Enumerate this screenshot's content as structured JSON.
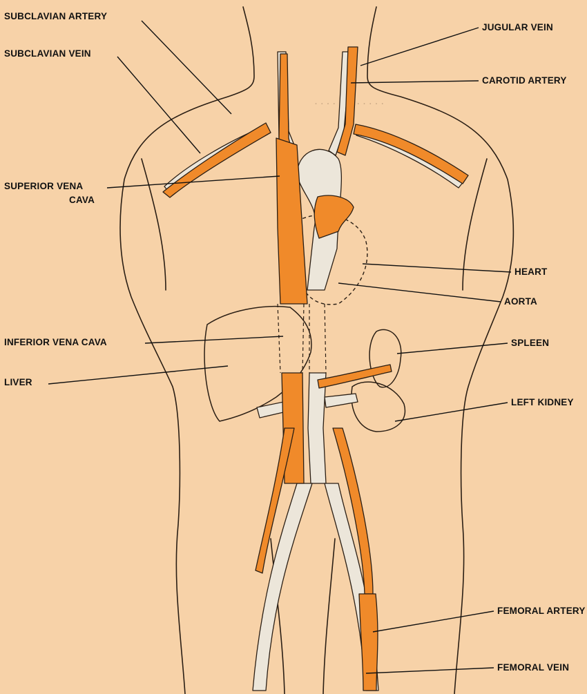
{
  "figure": {
    "labels": {
      "subclavian_artery": "SUBCLAVIAN ARTERY",
      "subclavian_vein": "SUBCLAVIAN VEIN",
      "superior_vena_cava_line1": "SUPERIOR VENA",
      "superior_vena_cava_line2": "CAVA",
      "inferior_vena_cava": "INFERIOR VENA CAVA",
      "liver": "LIVER",
      "jugular_vein": "JUGULAR VEIN",
      "carotid_artery": "CAROTID ARTERY",
      "heart": "HEART",
      "aorta": "AORTA",
      "spleen": "SPLEEN",
      "left_kidney": "LEFT KIDNEY",
      "femoral_artery": "FEMORAL ARTERY",
      "femoral_vein": "FEMORAL VEIN"
    },
    "colors": {
      "background": "#f7d2a8",
      "artery": "#f08a2a",
      "vein": "#ece6da",
      "outline": "#2a1e14"
    }
  }
}
